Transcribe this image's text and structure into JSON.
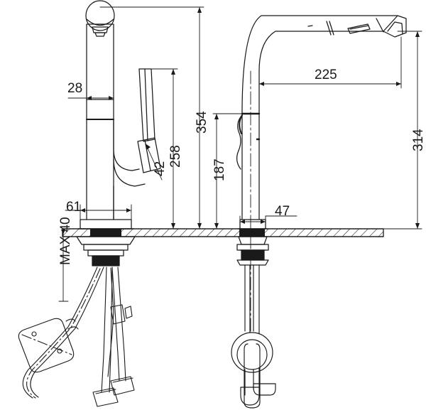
{
  "drawing": {
    "type": "technical-dimension-drawing",
    "subject": "kitchen pull-out mixer tap",
    "units": "mm",
    "line_color": "#1a1a1a",
    "background": "#ffffff"
  },
  "views": [
    {
      "id": "front-view",
      "label": "front-elevation"
    },
    {
      "id": "side-view",
      "label": "side-elevation"
    }
  ],
  "dimensions": {
    "spout_offset_28": "28",
    "handle_height_258": "258",
    "handle_grip_42": "42",
    "total_height_354": "354",
    "base_width_61": "61",
    "max_thickness": "MAX 40",
    "reach_225": "225",
    "swivel_height_187": "187",
    "base_width_47": "47",
    "spout_height_314": "314"
  }
}
